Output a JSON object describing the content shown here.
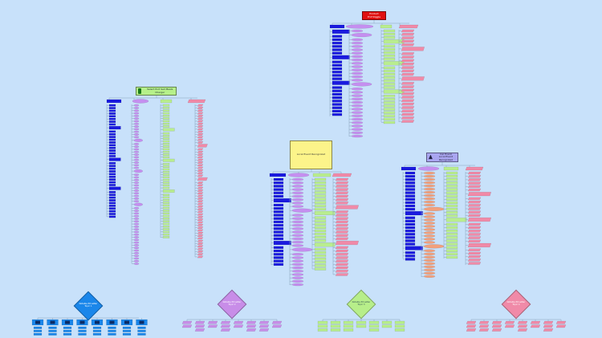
{
  "colors": {
    "background": "#c8e1fa",
    "blue": "#1a1adf",
    "purple": "#c58ff0",
    "green": "#b9ed8f",
    "pink": "#f08aa8",
    "orange": "#f2a07c",
    "red": "#e01010",
    "yellow": "#fcf48a",
    "lavender": "#a9a5f0",
    "lime": "#b6f08a",
    "connector": "#8aa2bd",
    "legend_blue": "#1a86ea",
    "legend_purple": "#c88de8",
    "legend_green": "#b7ee8a",
    "legend_pink": "#f08aa8"
  },
  "roots": [
    {
      "id": "hub_top",
      "label": "Product\nProf Riggle",
      "color": "red",
      "icon": "none"
    },
    {
      "id": "hub_left",
      "label": "Select Port Sell Meals Charger",
      "color": "lime",
      "icon": "phone-icon"
    },
    {
      "id": "hub_center",
      "label": "Local Event Recognized",
      "color": "yellow",
      "icon": "none"
    },
    {
      "id": "hub_right",
      "label": "Car Event\nLocal Event Recognized",
      "color": "lavender",
      "icon": "tree-icon"
    }
  ],
  "legend": [
    {
      "label": "Notable Pit Letter\nTopic 1",
      "color": "legend_blue"
    },
    {
      "label": "Notable Pit Letter\nTopic 2",
      "color": "legend_purple"
    },
    {
      "label": "Notable Pit Letter\nTopic 3",
      "color": "legend_green"
    },
    {
      "label": "Notable Pit Letter\nTopic 4",
      "color": "legend_pink"
    }
  ]
}
